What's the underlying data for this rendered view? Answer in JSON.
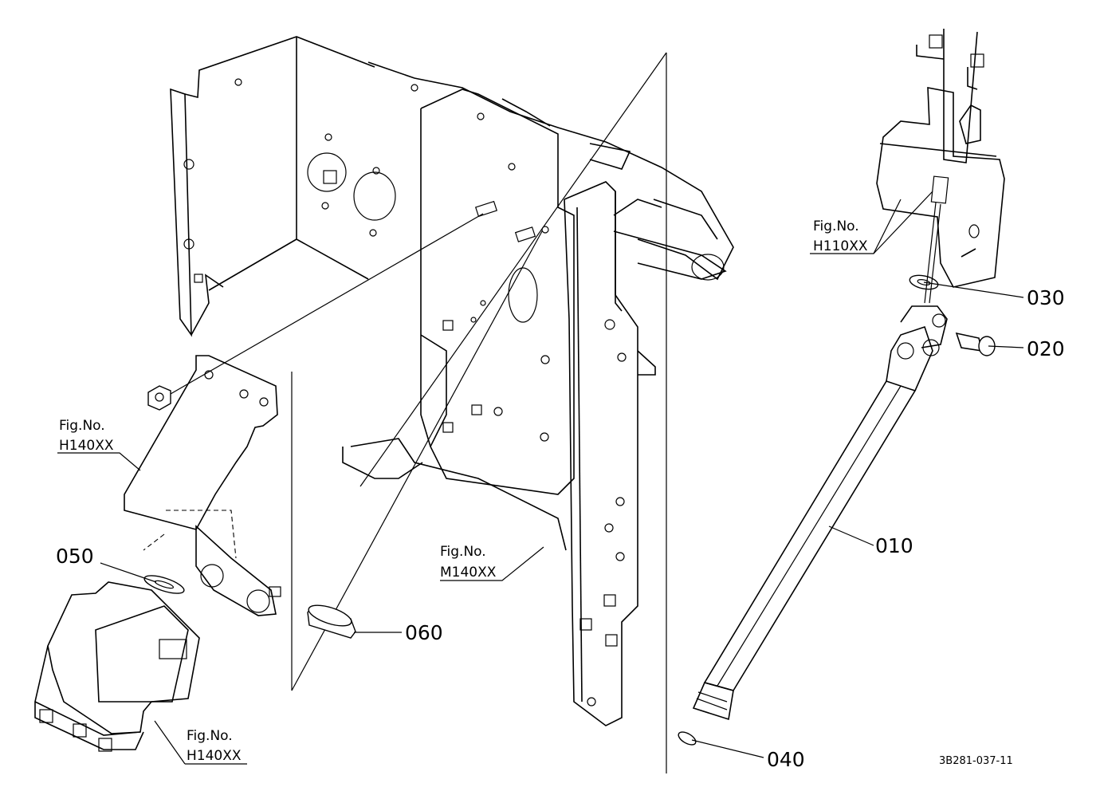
{
  "parts": [
    {
      "id": "010",
      "label": "010"
    },
    {
      "id": "020",
      "label": "020"
    },
    {
      "id": "030",
      "label": "030"
    },
    {
      "id": "040",
      "label": "040"
    },
    {
      "id": "050",
      "label": "050"
    },
    {
      "id": "060",
      "label": "060"
    }
  ],
  "figure_refs": {
    "h140_upper": {
      "title": "Fig.No.",
      "code": "H140XX"
    },
    "h140_lower": {
      "title": "Fig.No.",
      "code": "H140XX"
    },
    "m140": {
      "title": "Fig.No.",
      "code": "M140XX"
    },
    "h110": {
      "title": "Fig.No.",
      "code": "H110XX"
    }
  },
  "drawing_code": "3B281-037-11",
  "colors": {
    "line": "#000000",
    "background": "#ffffff"
  }
}
